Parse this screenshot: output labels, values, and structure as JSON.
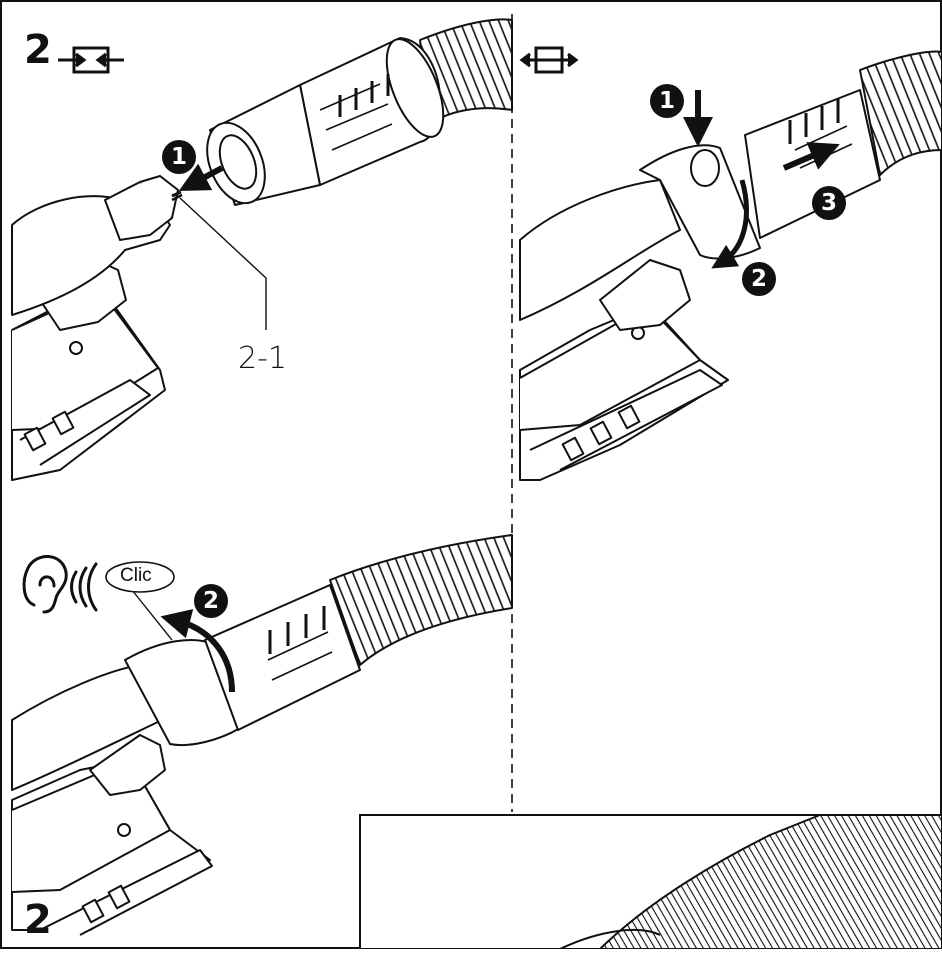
{
  "panels": {
    "attach": {
      "figure_number": "2",
      "part_label": "2-1",
      "steps": [
        "1"
      ],
      "icon": "connect-arrows-icon"
    },
    "detach": {
      "icon": "disconnect-arrows-icon",
      "steps": [
        "1",
        "2",
        "3"
      ]
    },
    "lock": {
      "sound_text": "Clic",
      "steps": [
        "2"
      ],
      "icon": "ear-icon"
    },
    "detail": {
      "figure_number": "2"
    }
  },
  "colors": {
    "ink": "#111111",
    "paper": "#ffffff"
  }
}
